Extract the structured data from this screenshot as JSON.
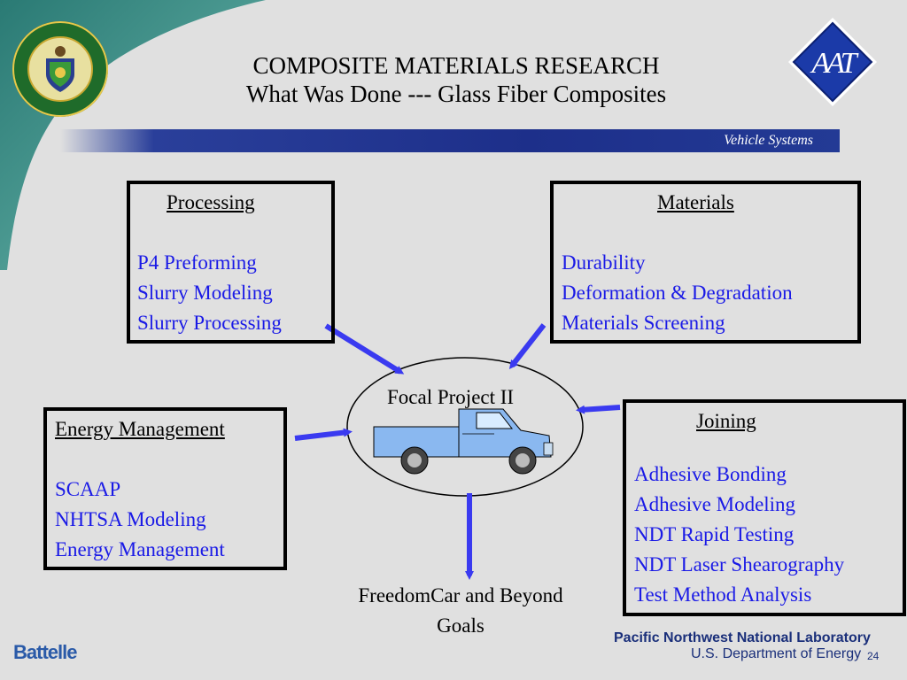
{
  "header": {
    "title": "COMPOSITE MATERIALS RESEARCH",
    "subtitle": "What Was Done --- Glass Fiber Composites",
    "banner": "Vehicle Systems",
    "logo_text": "AAT"
  },
  "boxes": {
    "processing": {
      "heading": "Processing",
      "items": [
        "P4 Preforming",
        "Slurry Modeling",
        "Slurry Processing"
      ]
    },
    "materials": {
      "heading": "Materials",
      "items": [
        "Durability",
        "Deformation & Degradation",
        "Materials Screening"
      ]
    },
    "energy": {
      "heading": "Energy Management",
      "items": [
        "SCAAP",
        "NHTSA Modeling",
        "Energy Management"
      ]
    },
    "joining": {
      "heading": "Joining",
      "items": [
        "Adhesive Bonding",
        "Adhesive Modeling",
        "NDT Rapid Testing",
        "NDT Laser Shearography",
        "Test Method Analysis"
      ]
    }
  },
  "center": {
    "label": "Focal Project II",
    "goal_line1": "FreedomCar and Beyond",
    "goal_line2": "Goals"
  },
  "footer": {
    "org": "Battelle",
    "lab": "Pacific Northwest National Laboratory",
    "dept": "U.S. Department of Energy",
    "page": "24"
  },
  "colors": {
    "item_text": "#1a1ae6",
    "arrow": "#3a3af0",
    "banner": "#1d2f8a",
    "truck": "#8ab8f0"
  }
}
